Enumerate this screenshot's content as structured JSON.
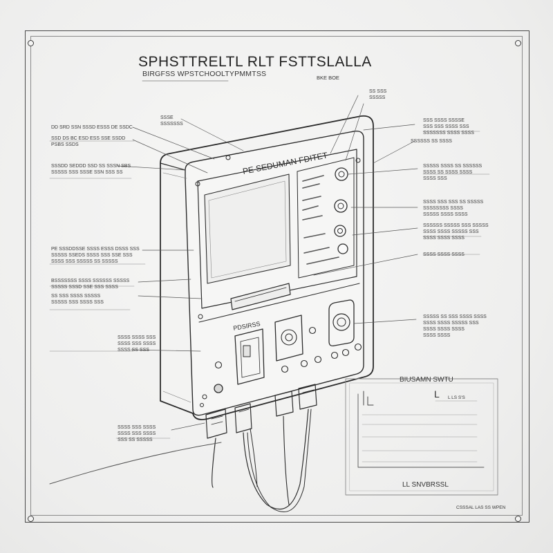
{
  "title": "SPHSTTRELTL RLT FSTTSLALLA",
  "subtitle": "BIRGFSS WPSTCHOOLTYPMMTSS",
  "tag_right": "BKE BOE",
  "panel_label": "PE SEDUMAN FDITET",
  "panel_sublabel": "PDSIRSS",
  "inset": {
    "title": "BIUSAMN SWTU",
    "mid": "L",
    "small": "L LS S'S",
    "footer": "LL SNVBRSSL"
  },
  "bottom_note": "CSSSAL LAS SS WPEN",
  "annotations": {
    "left": [
      "DD SRD SSN SSSD ESSS DE SSDC",
      "SSD DS BC ESD ESS SSE SSDD\nPSBS SSDS",
      "SSSDD SEDDD SSD SS SSSN SBS\nSSSSS SSS SSSE SSN SSS SS",
      "PE SSSDDSSE SSSS ESSS DSSS SSS\nSSSSS SSEDS SSSS SSS SSE SSS\nSSSS SSS SSSSS SS SSSSS",
      "BSSSSSSS SSSS SSSSSS SSSSS\nSSSSS SSSD SSE SSS SSSS",
      "SS SSS SSSS SSSSS\nSSSSS SSS SSSS SSS",
      "SSSS SSSS SSS\nSSSS SSS SSSS\nSSSS SS SSS",
      "SSSS SSS SSSS\nSSSS SSS SSSS\nSSS SS SSSSS"
    ],
    "top_mid": [
      "SSSE\nSSSSSSS",
      "SS SSS\nSSSSS"
    ],
    "right": [
      "SSS SSSS SSSSE\nSSS SSS SSSS SSS\nSSSSSSS SSSS SSSS",
      "SSSSSS SS SSSS",
      "SSSSS SSSS SS SSSSSS\nSSSS SS SSSS SSSS\nSSSS SSS",
      "SSSS SSS SSS SS SSSSS\nSSSSSSSS SSSS\nSSSSS SSSS SSSS",
      "SSSSSS SSSSS SSS SSSSS\nSSSS SSSS SSSSS SSS\nSSSS SSSS SSSS",
      "SSSS SSSS SSSS",
      "SSSSS SS SSS SSSS SSSS\nSSSS SSSS SSSSS SSS\nSSSS SSSS SSSS\nSSSS SSSS"
    ]
  }
}
